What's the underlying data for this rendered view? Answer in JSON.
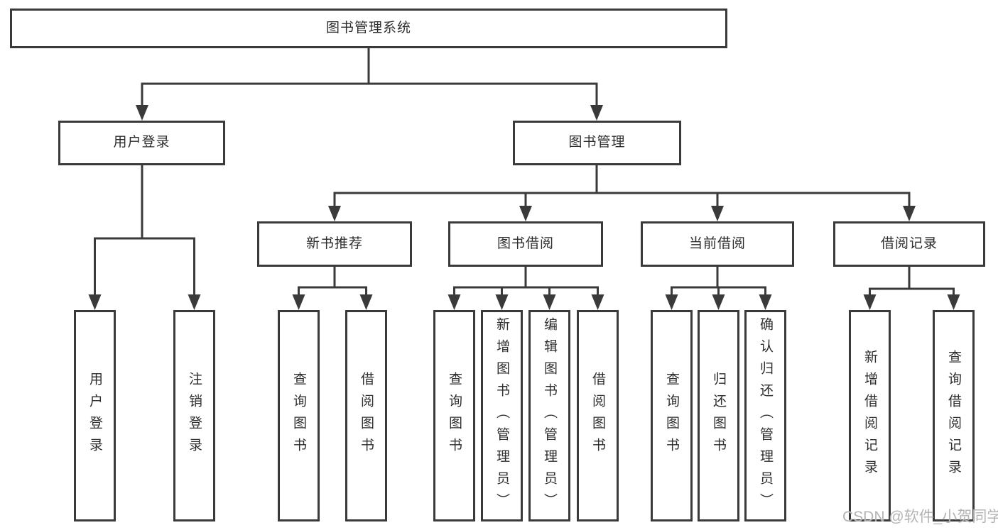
{
  "diagram": {
    "title": "图书管理系统",
    "type": "hierarchy-tree",
    "root": {
      "label": "图书管理系统"
    },
    "level2": [
      {
        "label": "用户登录"
      },
      {
        "label": "图书管理"
      }
    ],
    "level3": [
      {
        "label": "新书推荐",
        "parent": "图书管理"
      },
      {
        "label": "图书借阅",
        "parent": "图书管理"
      },
      {
        "label": "当前借阅",
        "parent": "图书管理"
      },
      {
        "label": "借阅记录",
        "parent": "图书管理"
      }
    ],
    "leaves": [
      {
        "label": "用户登录",
        "parent": "用户登录"
      },
      {
        "label": "注销登录",
        "parent": "用户登录"
      },
      {
        "label": "查询图书",
        "parent": "新书推荐"
      },
      {
        "label": "借阅图书",
        "parent": "新书推荐"
      },
      {
        "label": "查询图书",
        "parent": "图书借阅"
      },
      {
        "label": "新增图书（管理员）",
        "parent": "图书借阅"
      },
      {
        "label": "编辑图书（管理员）",
        "parent": "图书借阅"
      },
      {
        "label": "借阅图书",
        "parent": "图书借阅"
      },
      {
        "label": "查询图书",
        "parent": "当前借阅"
      },
      {
        "label": "归还图书",
        "parent": "当前借阅"
      },
      {
        "label": "确认归还（管理员）",
        "parent": "当前借阅"
      },
      {
        "label": "新增借阅记录",
        "parent": "借阅记录"
      },
      {
        "label": "查询借阅记录",
        "parent": "借阅记录"
      }
    ]
  },
  "watermark": {
    "text": "CSDN @软件_小贺同学"
  },
  "colors": {
    "line": "#3a3a3a",
    "text": "#2d2d2d",
    "box_fill": "#ffffff",
    "watermark": "#acacac",
    "background": "#ffffff"
  }
}
